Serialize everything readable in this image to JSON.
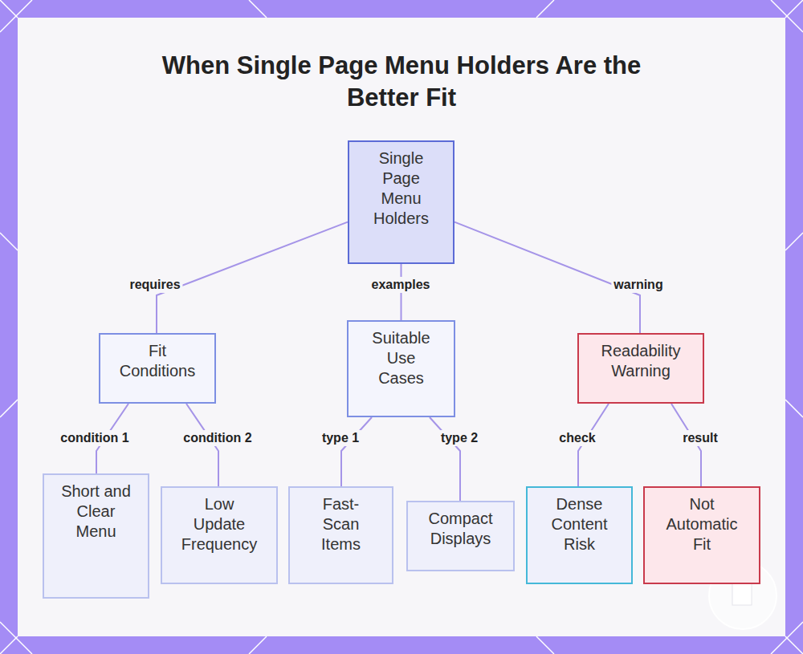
{
  "diagram": {
    "title": "When Single Page Menu Holders Are the Better Fit",
    "nodes": [
      {
        "text": [
          "Single Page Menu Holders"
        ]
      },
      {
        "text": [
          "Fit Conditions"
        ]
      },
      {
        "text": [
          "Suitable Use Cases"
        ]
      },
      {
        "text": [
          "Readability Warning"
        ]
      },
      {
        "text": [
          "Short and Clear Menu"
        ]
      },
      {
        "text": [
          "Low Update Frequency"
        ]
      },
      {
        "text": [
          "Fast-Scan Items"
        ]
      },
      {
        "text": [
          "Compact Displays"
        ]
      },
      {
        "text": [
          "Dense Content Risk"
        ]
      },
      {
        "text": [
          "Not Automatic Fit"
        ]
      }
    ],
    "edges": [
      {
        "from": 0,
        "to": 1,
        "label": "requires",
        "arrow": "none"
      },
      {
        "from": 0,
        "to": 2,
        "label": "examples",
        "arrow": "none"
      },
      {
        "from": 0,
        "to": 3,
        "label": "warning",
        "arrow": "none"
      },
      {
        "from": 1,
        "to": 4,
        "label": "condition 1",
        "arrow": "none"
      },
      {
        "from": 1,
        "to": 5,
        "label": "condition 2",
        "arrow": "none"
      },
      {
        "from": 2,
        "to": 6,
        "label": "type 1",
        "arrow": "none"
      },
      {
        "from": 2,
        "to": 7,
        "label": "type 2",
        "arrow": "none"
      },
      {
        "from": 3,
        "to": 8,
        "label": "check",
        "arrow": "none"
      },
      {
        "from": 3,
        "to": 9,
        "label": "result",
        "arrow": "none"
      }
    ]
  }
}
